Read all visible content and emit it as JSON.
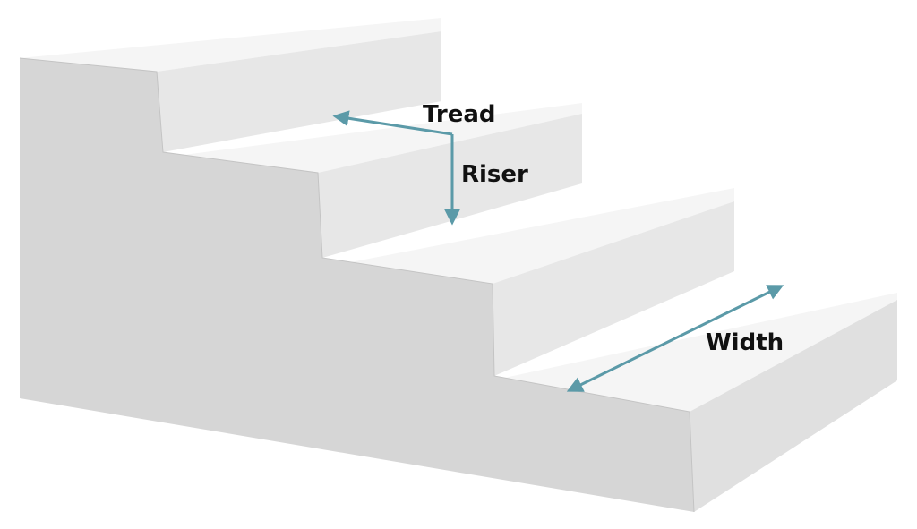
{
  "diagram": {
    "labels": {
      "tread": "Tread",
      "riser": "Riser",
      "width": "Width"
    },
    "step_count": 4
  },
  "colors": {
    "background": "#ffffff",
    "front_face": "#d6d6d6",
    "riser_face": "#e7e7e7",
    "tread_top": "#f5f5f5",
    "right_side": "#e0e0e0",
    "edge_line": "#c4c4c4",
    "arrow": "#5b9aa8",
    "label_text": "#111111"
  }
}
